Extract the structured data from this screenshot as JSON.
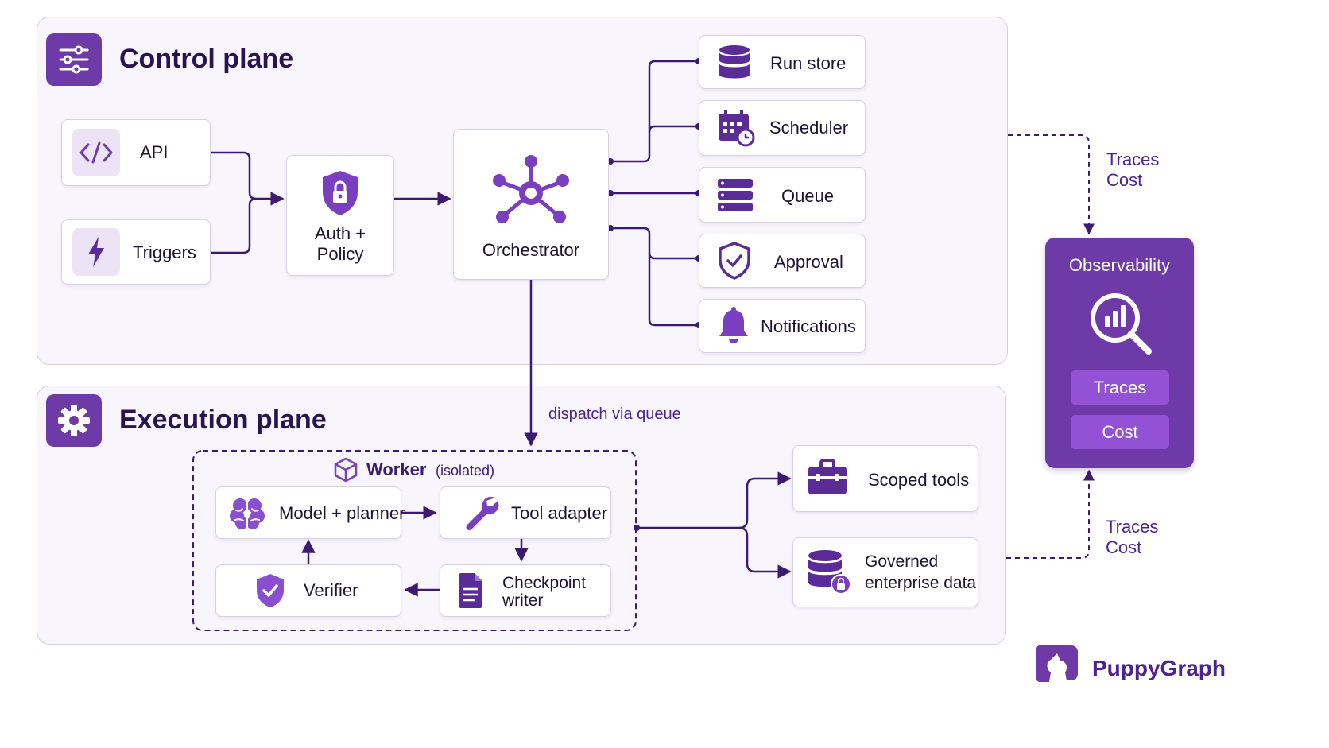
{
  "control_plane": {
    "title": "Control plane",
    "api_label": "API",
    "triggers_label": "Triggers",
    "auth_line1": "Auth +",
    "auth_line2": "Policy",
    "orchestrator_label": "Orchestrator",
    "services": [
      "Run store",
      "Scheduler",
      "Queue",
      "Approval",
      "Notifications"
    ]
  },
  "execution_plane": {
    "title": "Execution plane",
    "dispatch_label": "dispatch via queue",
    "worker_title": "Worker",
    "worker_note": "(isolated)",
    "model_planner_label": "Model + planner",
    "tool_adapter_label": "Tool adapter",
    "verifier_label": "Verifier",
    "checkpoint_line1": "Checkpoint",
    "checkpoint_line2": "writer",
    "scoped_tools_label": "Scoped tools",
    "governed_line1": "Governed",
    "governed_line2": "enterprise data"
  },
  "observability": {
    "title": "Observability",
    "traces_button": "Traces",
    "cost_button": "Cost",
    "top_link_line1": "Traces",
    "top_link_line2": "Cost",
    "bottom_link_line1": "Traces",
    "bottom_link_line2": "Cost"
  },
  "brand": {
    "name": "PuppyGraph"
  },
  "colors": {
    "primary": "#6d3aa8",
    "connector": "#3d1a72",
    "plane_fill": "#f8f5fc",
    "plane_border": "#d9cfe9",
    "icon_tile": "#ece4f6",
    "obs_button": "#9352d6"
  },
  "icons": {
    "control_plane": "sliders-icon",
    "execution_plane": "gear-icon",
    "api": "code-icon",
    "triggers": "lightning-icon",
    "auth": "shield-lock-icon",
    "orchestrator": "network-hub-icon",
    "run_store": "database-icon",
    "scheduler": "calendar-clock-icon",
    "queue": "stacked-list-icon",
    "approval": "shield-check-icon",
    "notifications": "bell-icon",
    "worker": "cube-icon",
    "model_planner": "brain-icon",
    "tool_adapter": "wrench-icon",
    "verifier": "shield-check-icon",
    "checkpoint": "document-icon",
    "scoped_tools": "toolbox-icon",
    "governed_data": "database-lock-icon",
    "observability": "magnifier-chart-icon",
    "brand": "puppygraph-logo"
  }
}
